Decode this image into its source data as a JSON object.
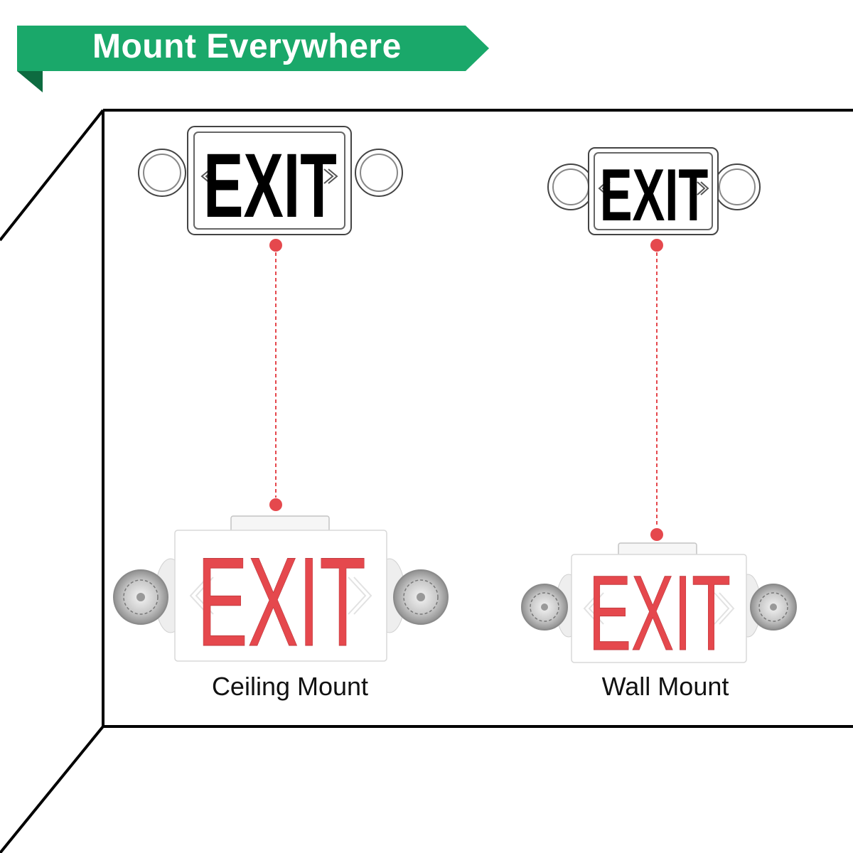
{
  "banner": {
    "title": "Mount Everywhere",
    "color": "#1aa86a",
    "shadow_color": "#0d6b40"
  },
  "signs": {
    "outline_text": "EXIT",
    "lit_text": "EXIT",
    "lit_color": "#e5484d",
    "connector_color": "#e5484d"
  },
  "mounts": {
    "ceiling": {
      "label": "Ceiling Mount"
    },
    "wall": {
      "label": "Wall Mount"
    }
  }
}
